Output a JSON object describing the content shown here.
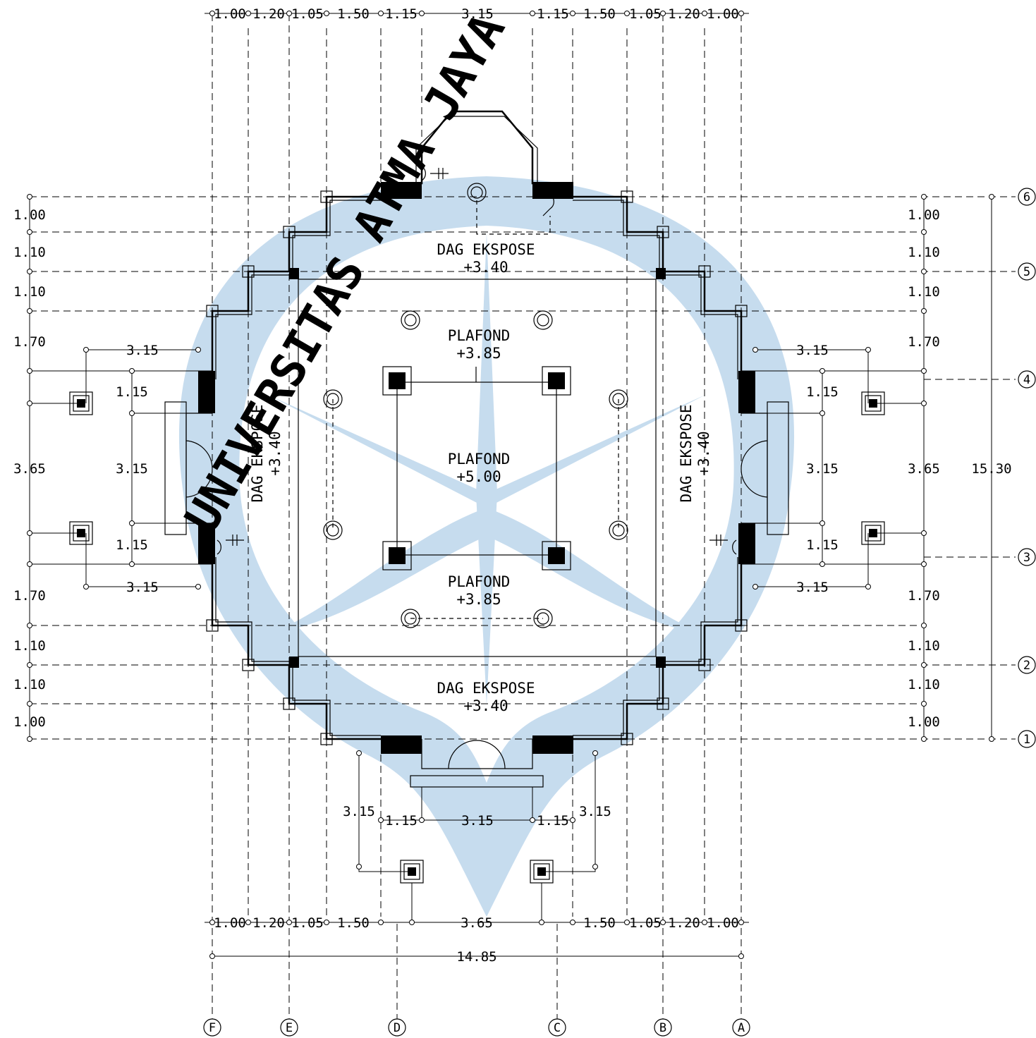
{
  "watermark": {
    "text": "UNIVERSITAS ATMA JAYA YOGYAKARTA",
    "color": "#c6dcee"
  },
  "grid": {
    "columns": [
      "F",
      "E",
      "D",
      "C",
      "B",
      "A"
    ],
    "rows": [
      "6",
      "5",
      "4",
      "3",
      "2",
      "1"
    ]
  },
  "dimensions": {
    "top_chain": [
      "1.00",
      "1.20",
      "1.05",
      "1.50",
      "1.15",
      "3.15",
      "1.15",
      "1.50",
      "1.05",
      "1.20",
      "1.00"
    ],
    "bottom_chain_left": [
      "1.00",
      "1.20",
      "1.05",
      "1.50"
    ],
    "bottom_chain_mid": "3.65",
    "bottom_chain_right": [
      "1.50",
      "1.05",
      "1.20",
      "1.00"
    ],
    "overall_width": "14.85",
    "overall_height": "15.30",
    "left_chain": [
      "1.00",
      "1.10",
      "1.10",
      "1.70",
      "3.65",
      "1.70",
      "1.10",
      "1.10",
      "1.00"
    ],
    "right_chain": [
      "1.00",
      "1.10",
      "1.10",
      "1.70",
      "3.65",
      "1.70",
      "1.10",
      "1.10",
      "1.00"
    ],
    "porch_side_width": "3.15",
    "porch_inner": [
      "1.15",
      "3.15",
      "1.15"
    ],
    "front_porch": {
      "side_left": "3.15",
      "side_right": "3.15",
      "inner": [
        "1.15",
        "3.15",
        "1.15"
      ]
    }
  },
  "rooms": {
    "dag_top": [
      "DAG EKSPOSE",
      "+3.40"
    ],
    "dag_bottom": [
      "DAG EKSPOSE",
      "+3.40"
    ],
    "dag_left": [
      "DAG EKSPOSE",
      "+3.40"
    ],
    "dag_right": [
      "DAG EKSPOSE",
      "+3.40"
    ],
    "plafond_top": [
      "PLAFOND",
      "+3.85"
    ],
    "plafond_center": [
      "PLAFOND",
      "+5.00"
    ],
    "plafond_bottom": [
      "PLAFOND",
      "+3.85"
    ]
  }
}
